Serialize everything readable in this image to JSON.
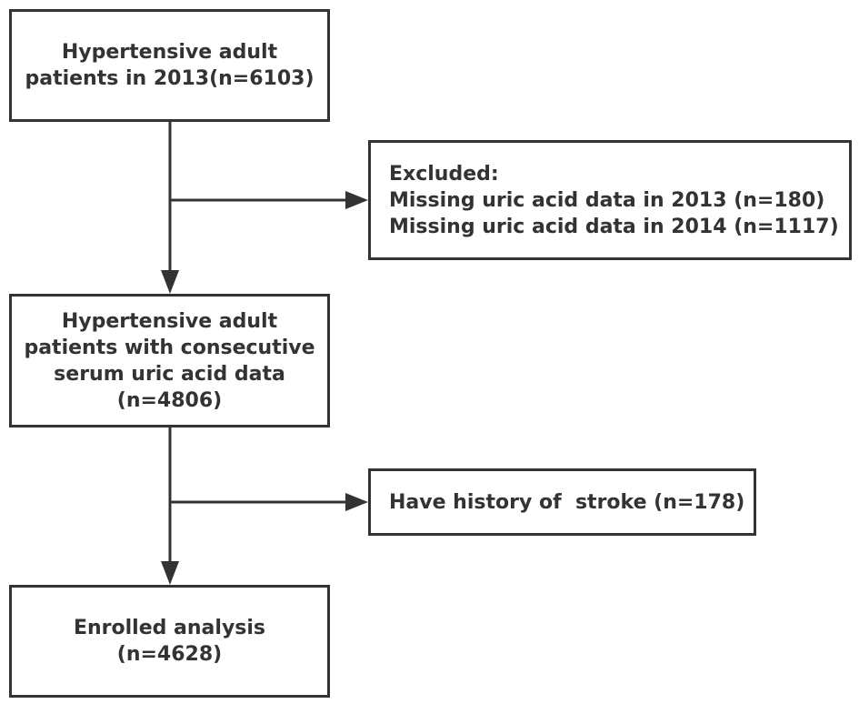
{
  "flowchart": {
    "nodes": {
      "start": {
        "line1": "Hypertensive adult",
        "line2": "patients in 2013(n=6103)"
      },
      "excluded": {
        "line1": "Excluded:",
        "line2": "Missing uric acid data in 2013 (n=180)",
        "line3": "Missing uric acid data in 2014 (n=1117)"
      },
      "consecutive": {
        "line1": "Hypertensive adult",
        "line2": "patients with consecutive",
        "line3": "serum uric acid data",
        "line4": "(n=4806)"
      },
      "stroke": {
        "line1": "Have history of  stroke (n=178)"
      },
      "enrolled": {
        "line1": "Enrolled analysis",
        "line2": "(n=4628)"
      }
    },
    "colors": {
      "stroke": "#333333",
      "text": "#333333",
      "background": "#ffffff"
    }
  }
}
